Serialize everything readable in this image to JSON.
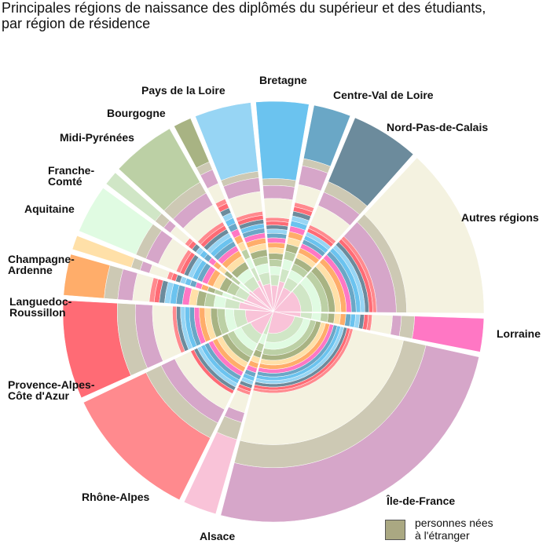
{
  "chart_data": {
    "type": "polar-stacked-bar",
    "title": "Principales régions de naissance des diplômés du supérieur et des étudiants,\npar région de résidence",
    "legend": {
      "label": "personnes nées\n à l'étranger",
      "color": "#aaa882"
    },
    "colors": {
      "Île-de-France": "#d6a6c9",
      "Autres régions": "#f4f2e0",
      "Étranger": "#cdc9b4",
      "Lorraine": "#ff77c4",
      "Alsace": "#f9c3d8",
      "Rhône-Alpes": "#ff8a8e",
      "Provence-Alpes-Côte d'Azur": "#ff6b75",
      "Languedoc-Roussillon": "#ffad6a",
      "Champagne-Ardenne": "#ffe0a8",
      "Aquitaine": "#e0fbe2",
      "Franche-Comté": "#d0e6c6",
      "Midi-Pyrénées": "#bcd0a5",
      "Bourgogne": "#a8b383",
      "Pays de la Loire": "#97d5f4",
      "Bretagne": "#6bc3ef",
      "Centre-Val de Loire": "#6aa7c6",
      "Nord-Pas-de-Calais": "#6c8b9c"
    },
    "ring_order": [
      "Rhône-Alpes",
      "Provence-Alpes-Côte d'Azur",
      "Nord-Pas-de-Calais",
      "Pays de la Loire",
      "Bretagne",
      "Centre-Val de Loire",
      "Lorraine",
      "Languedoc-Roussillon",
      "Champagne-Ardenne",
      "Bourgogne",
      "Midi-Pyrénées",
      "Aquitaine",
      "Franche-Comté",
      "Alsace"
    ],
    "sectors": [
      {
        "region": "Bretagne",
        "label": "Bretagne",
        "weight": 15,
        "native": 0.6,
        "etranger": 0.04,
        "idf": 0.07,
        "autres": 0.09
      },
      {
        "region": "Centre-Val de Loire",
        "label": "Centre-Val de Loire",
        "weight": 11,
        "native": 0.45,
        "etranger": 0.05,
        "idf": 0.12,
        "autres": 0.1
      },
      {
        "region": "Nord-Pas-de-Calais",
        "label": "Nord-Pas-de-Calais",
        "weight": 19,
        "native": 0.55,
        "etranger": 0.07,
        "idf": 0.08,
        "autres": 0.1
      },
      {
        "region": "Autres régions",
        "label": "Autres régions",
        "weight": 46,
        "native": 0.6,
        "etranger": 0.06,
        "idf": 0.1,
        "autres": 0
      },
      {
        "region": "Lorraine",
        "label": "Lorraine",
        "weight": 10,
        "native": 0.55,
        "etranger": 0.08,
        "idf": 0.05,
        "autres": 0.1
      },
      {
        "region": "Île-de-France",
        "label": "Île-de-France",
        "weight": 88,
        "native": 0.45,
        "etranger": 0.15,
        "idf": 0,
        "autres": 0.25
      },
      {
        "region": "Alsace",
        "label": "Alsace",
        "weight": 10,
        "native": 0.6,
        "etranger": 0.1,
        "idf": 0.05,
        "autres": 0.08
      },
      {
        "region": "Rhône-Alpes",
        "label": "Rhône-Alpes",
        "weight": 37,
        "native": 0.55,
        "etranger": 0.1,
        "idf": 0.08,
        "autres": 0.08
      },
      {
        "region": "Provence-Alpes-Côte d'Azur",
        "label": "Provence-Alpes-\nCôte d'Azur",
        "weight": 27,
        "native": 0.45,
        "etranger": 0.12,
        "idf": 0.1,
        "autres": 0.1
      },
      {
        "region": "Languedoc-Roussillon",
        "label": "Languedoc-\nRoussillon",
        "weight": 12,
        "native": 0.35,
        "etranger": 0.1,
        "idf": 0.1,
        "autres": 0.1
      },
      {
        "region": "Champagne-Ardenne",
        "label": "Champagne-\nArdenne",
        "weight": 5,
        "native": 0.5,
        "etranger": 0.06,
        "idf": 0.06,
        "autres": 0.1
      },
      {
        "region": "Aquitaine",
        "label": "Aquitaine",
        "weight": 14,
        "native": 0.5,
        "etranger": 0.07,
        "idf": 0.08,
        "autres": 0.1
      },
      {
        "region": "Franche-Comté",
        "label": "Franche-\nComté",
        "weight": 5,
        "native": 0.5,
        "etranger": 0.07,
        "idf": 0.05,
        "autres": 0.1
      },
      {
        "region": "Midi-Pyrénées",
        "label": "Midi-Pyrénées",
        "weight": 18,
        "native": 0.5,
        "etranger": 0.08,
        "idf": 0.08,
        "autres": 0.1
      },
      {
        "region": "Bourgogne",
        "label": "Bourgogne",
        "weight": 6,
        "native": 0.4,
        "etranger": 0.06,
        "idf": 0.1,
        "autres": 0.1
      },
      {
        "region": "Pays de la Loire",
        "label": "Pays de la Loire",
        "weight": 16,
        "native": 0.55,
        "etranger": 0.04,
        "idf": 0.08,
        "autres": 0.1
      }
    ]
  }
}
